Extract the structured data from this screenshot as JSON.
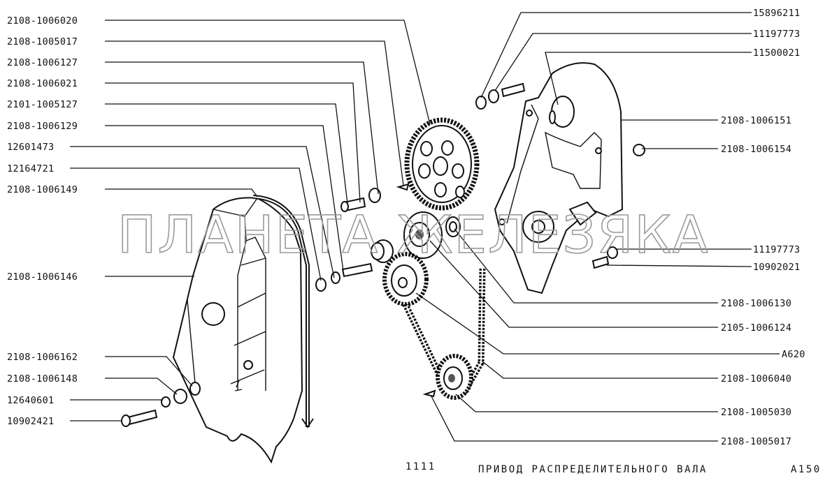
{
  "watermark": "ПЛАНЕТА ЖЕЛЕЗЯКА",
  "caption": {
    "page": "1111",
    "title": "ПРИВОД РАСПРЕДЕЛИТЕЛЬНОГО ВАЛА",
    "code": "А150"
  },
  "labels_left": [
    "2108-1006020",
    "2108-1005017",
    "2108-1006127",
    "2108-1006021",
    "2101-1005127",
    "2108-1006129",
    "12601473",
    "12164721",
    "2108-1006149",
    "2108-1006146",
    "2108-1006162",
    "2108-1006148",
    "12640601",
    "10902421"
  ],
  "labels_right": [
    "15896211",
    "11197773",
    "11500021",
    "2108-1006151",
    "2108-1006154",
    "11197773",
    "10902021",
    "2108-1006130",
    "2105-1006124",
    "А620",
    "2108-1006040",
    "2108-1005030",
    "2108-1005017"
  ]
}
